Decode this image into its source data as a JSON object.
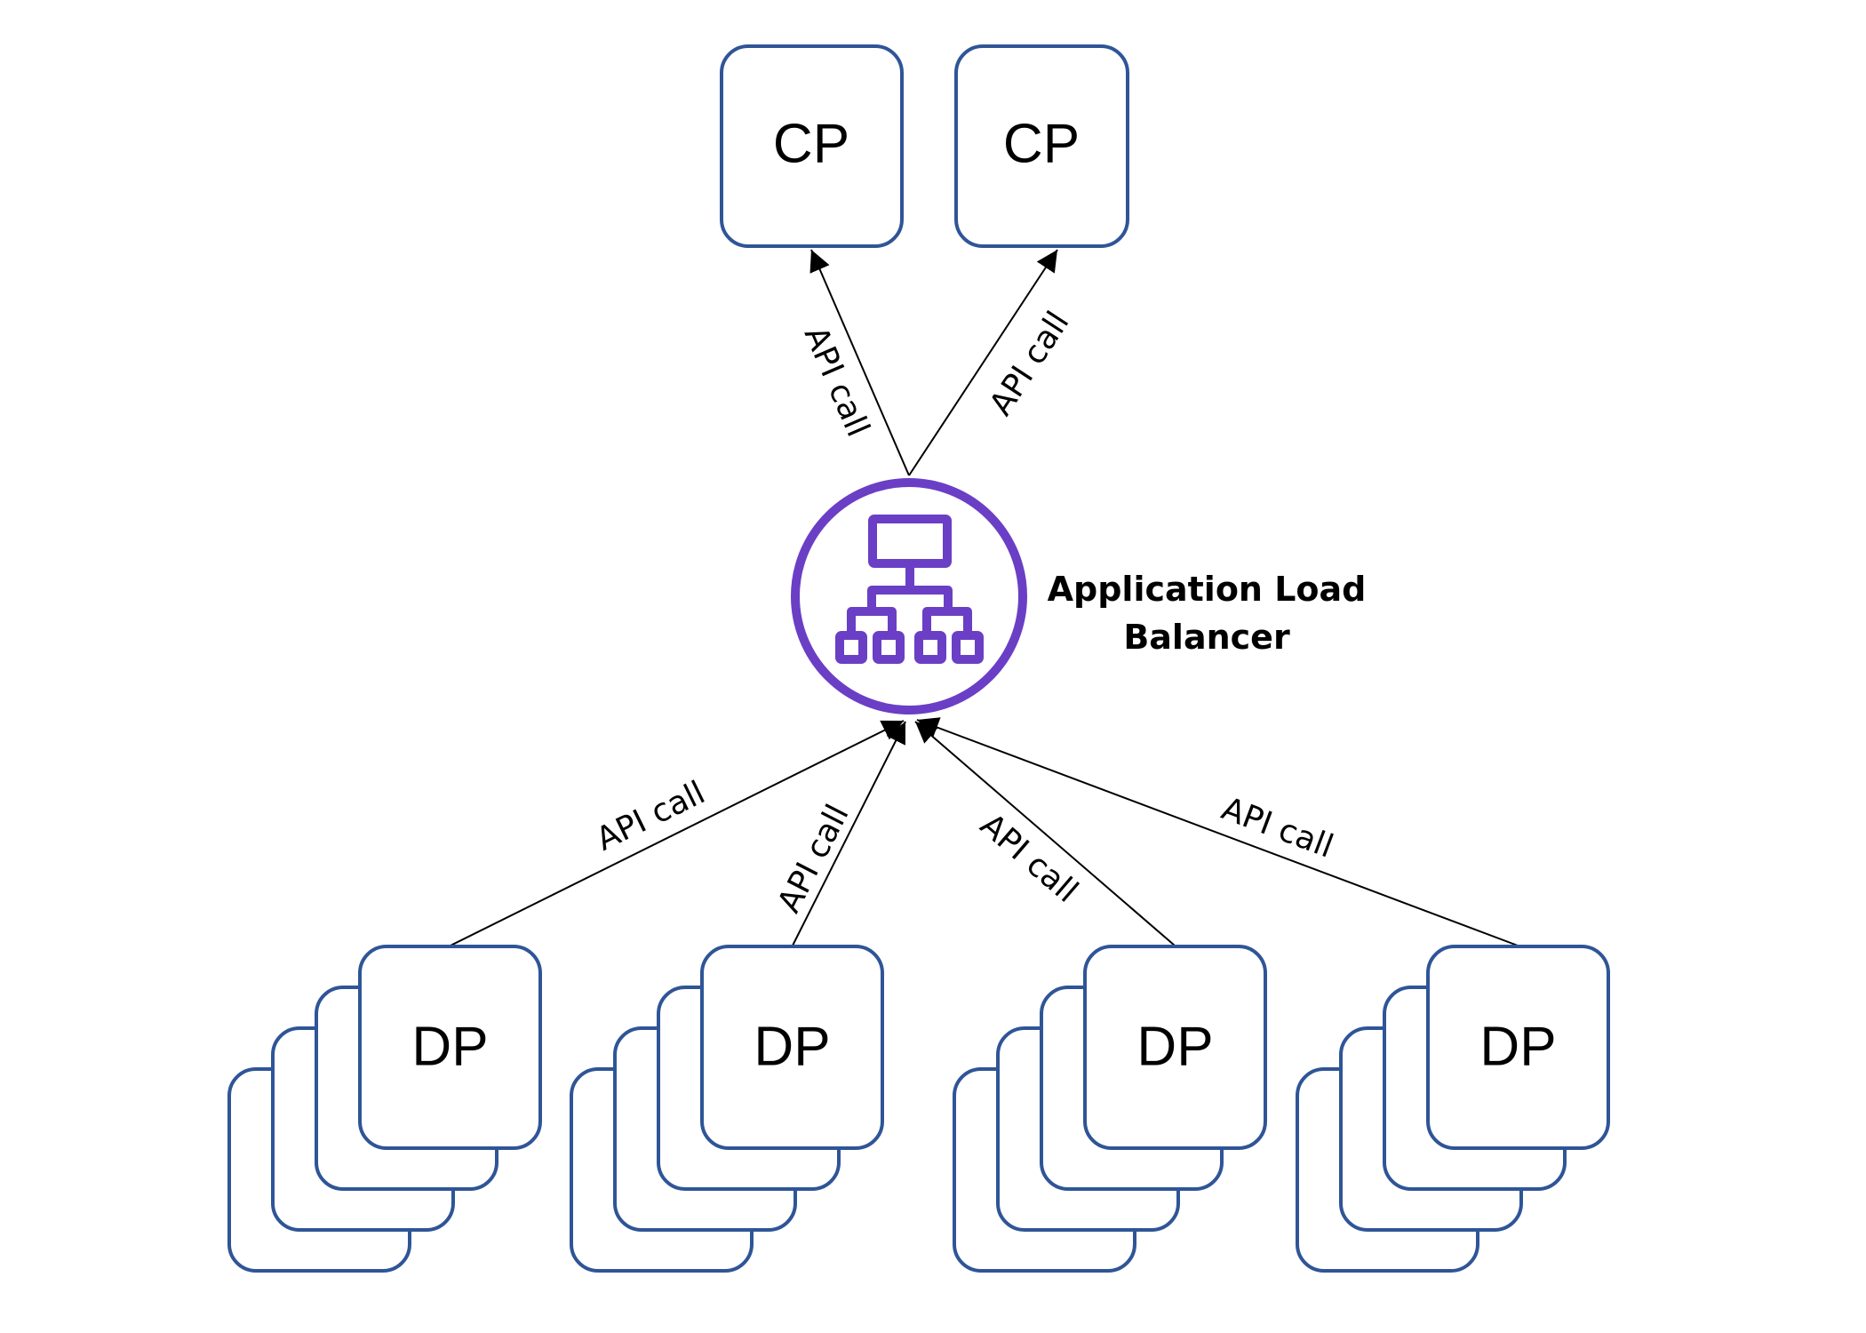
{
  "diagram": {
    "colors": {
      "box_stroke": "#2F5597",
      "alb_purple": "#6A3FC5",
      "edge": "#000000"
    },
    "control_plane": [
      {
        "id": "cp1",
        "label": "CP"
      },
      {
        "id": "cp2",
        "label": "CP"
      }
    ],
    "load_balancer": {
      "label_line1": "Application Load",
      "label_line2": "Balancer",
      "icon": "load-balancer-hierarchy-icon"
    },
    "data_plane": [
      {
        "id": "dp1",
        "label": "DP",
        "stack_count": 4
      },
      {
        "id": "dp2",
        "label": "DP",
        "stack_count": 4
      },
      {
        "id": "dp3",
        "label": "DP",
        "stack_count": 4
      },
      {
        "id": "dp4",
        "label": "DP",
        "stack_count": 4
      }
    ],
    "edges": [
      {
        "from": "alb",
        "to": "cp1",
        "label": "API call"
      },
      {
        "from": "alb",
        "to": "cp2",
        "label": "API call"
      },
      {
        "from": "dp1",
        "to": "alb",
        "label": "API call"
      },
      {
        "from": "dp2",
        "to": "alb",
        "label": "API call"
      },
      {
        "from": "dp3",
        "to": "alb",
        "label": "API call"
      },
      {
        "from": "dp4",
        "to": "alb",
        "label": "API call"
      }
    ]
  }
}
